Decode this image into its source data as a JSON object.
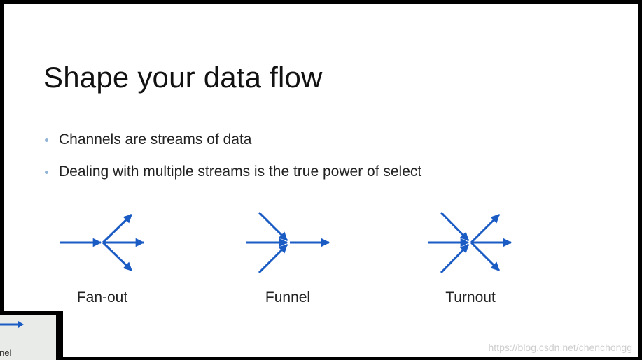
{
  "slide": {
    "title": "Shape your data flow",
    "bullets": [
      "Channels are streams of data",
      "Dealing with multiple streams is the true power of select"
    ]
  },
  "diagrams": [
    {
      "name": "fan-out",
      "caption": "Fan-out"
    },
    {
      "name": "funnel",
      "caption": "Funnel"
    },
    {
      "name": "turnout",
      "caption": "Turnout"
    }
  ],
  "colors": {
    "arrow": "#1a5bc4",
    "bullet": "#8fb4d6"
  },
  "inset": {
    "label": "nel"
  },
  "watermark": "https://blog.csdn.net/chenchongg"
}
